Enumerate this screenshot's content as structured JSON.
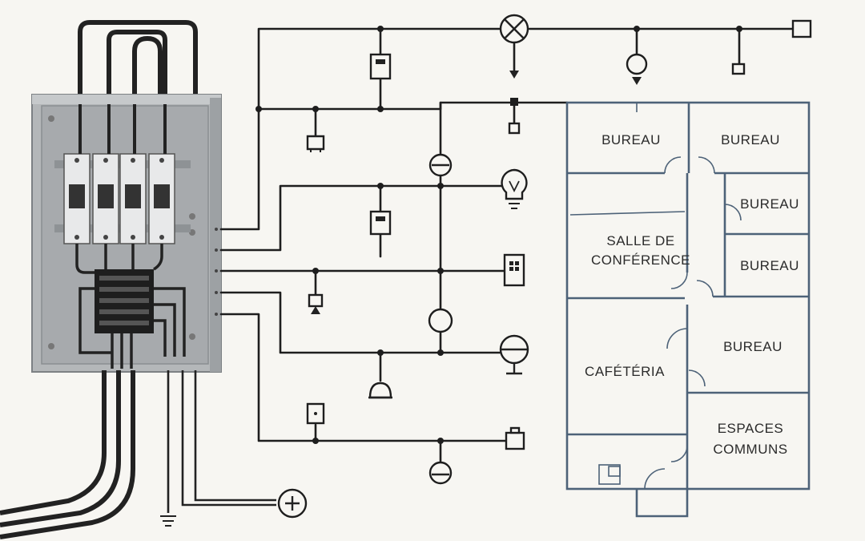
{
  "floor_plan": {
    "rooms": [
      {
        "id": "bureau-1",
        "lines": [
          "BUREAU"
        ]
      },
      {
        "id": "bureau-2",
        "lines": [
          "BUREAU"
        ]
      },
      {
        "id": "bureau-3",
        "lines": [
          "BUREAU"
        ]
      },
      {
        "id": "salle",
        "lines": [
          "SALLE DE",
          "CONFÉRENCE"
        ]
      },
      {
        "id": "bureau-4",
        "lines": [
          "BUREAU"
        ]
      },
      {
        "id": "bureau-5",
        "lines": [
          "BUREAU"
        ]
      },
      {
        "id": "cafeteria",
        "lines": [
          "CAFÉTÉRIA"
        ]
      },
      {
        "id": "espaces",
        "lines": [
          "ESPACES",
          "COMMUNS"
        ]
      }
    ]
  },
  "colors": {
    "wire": "#1e1e1e",
    "plan_wall": "#4d6278",
    "panel_metal": "#a9acae",
    "background": "#f7f6f2"
  },
  "icons": [
    "circuit-breaker-icon",
    "lamp-cross-icon",
    "light-bulb-icon",
    "switch-icon",
    "outlet-icon",
    "ground-icon",
    "meter-icon",
    "bell-icon"
  ]
}
